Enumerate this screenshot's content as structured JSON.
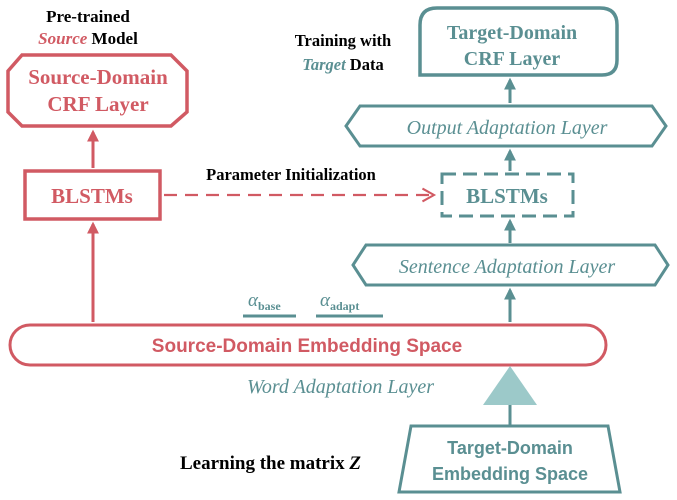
{
  "colors": {
    "source": "#d15a63",
    "target": "#5a8f92",
    "triangle": "#9cc9c9",
    "black": "#000000"
  },
  "left": {
    "header_line1": "Pre-trained",
    "header_source_word": "Source",
    "header_model_word": " Model",
    "crf_line1": "Source-Domain",
    "crf_line2": "CRF Layer",
    "blstm": "BLSTMs"
  },
  "middle": {
    "param_init": "Parameter Initialization",
    "alpha_symbol": "α",
    "alpha_base_sub": "base",
    "alpha_adapt_sub": "adapt"
  },
  "right": {
    "header_line1": "Training with",
    "header_target_word": "Target",
    "header_data_word": " Data",
    "crf_line1": "Target-Domain",
    "crf_line2": "CRF Layer",
    "output_layer": "Output Adaptation Layer",
    "blstm": "BLSTMs",
    "sentence_layer": "Sentence Adaptation Layer"
  },
  "bottom": {
    "embedding_space": "Source-Domain Embedding Space",
    "word_layer": "Word Adaptation Layer",
    "learning_prefix": "Learning the matrix ",
    "learning_var": "Z",
    "target_embed_line1": "Target-Domain",
    "target_embed_line2": "Embedding Space"
  }
}
